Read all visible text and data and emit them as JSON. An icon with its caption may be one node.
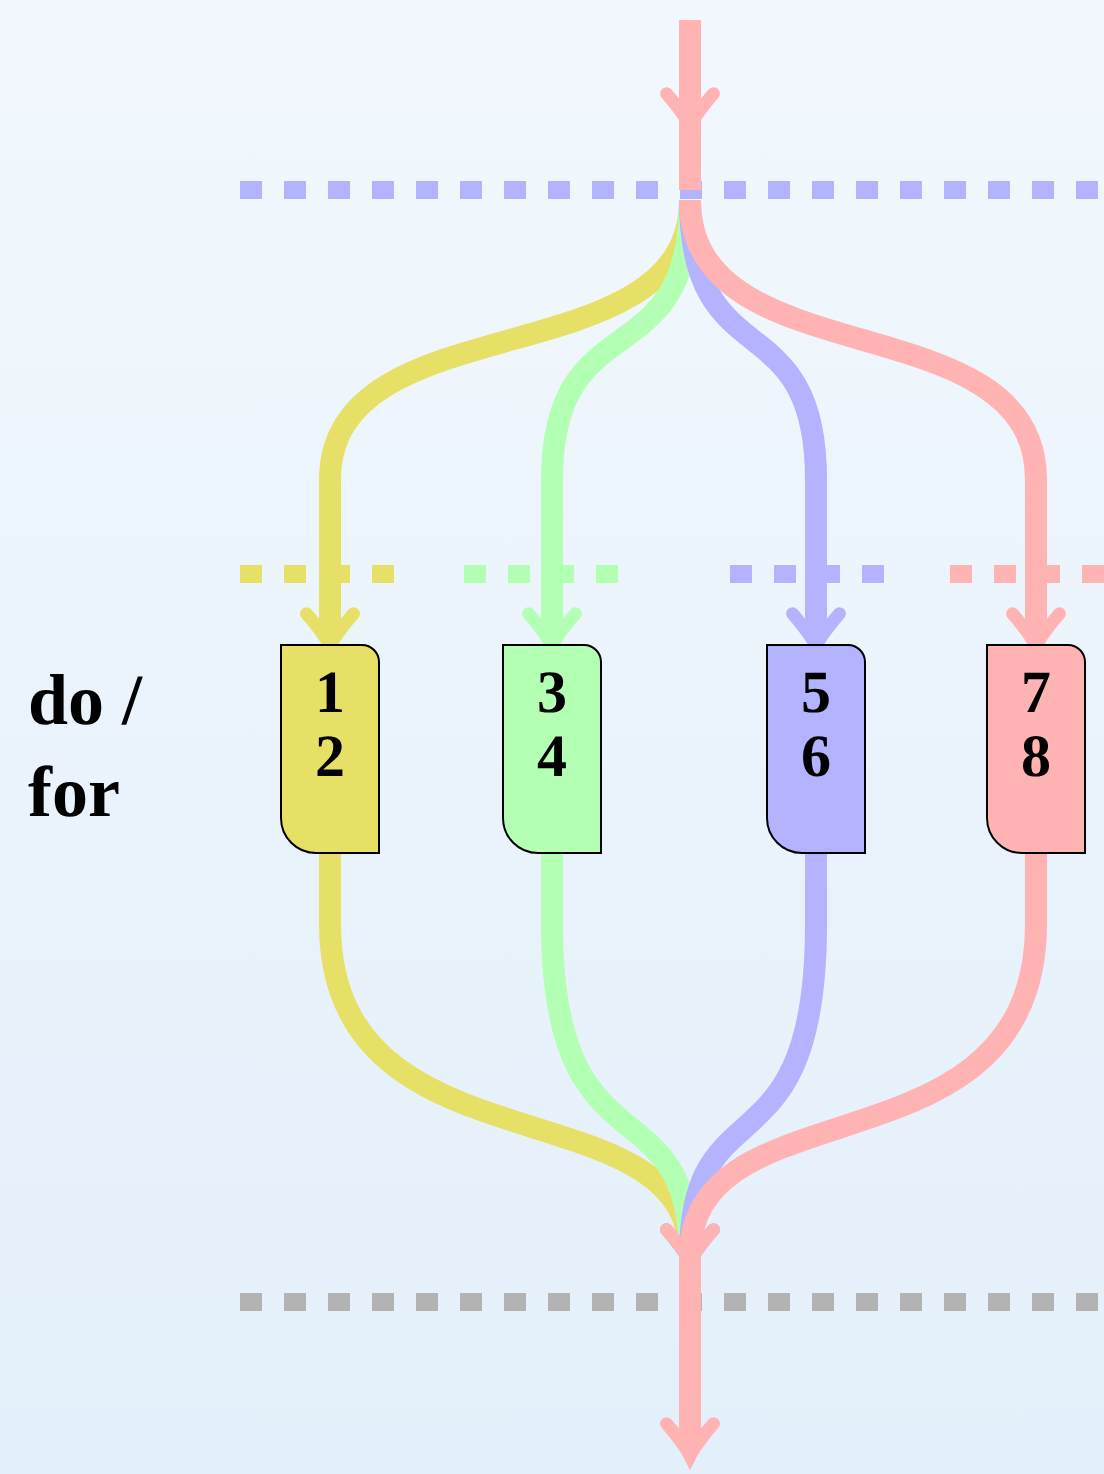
{
  "diagram": {
    "nodes": [
      {
        "text": [
          "1 2"
        ]
      },
      {
        "text": [
          "3 4"
        ]
      },
      {
        "text": [
          "5 6"
        ]
      },
      {
        "text": [
          "7 8"
        ]
      }
    ],
    "edges": [
      {
        "from": null,
        "to": 0,
        "arrow": "to",
        "color": "#e6e066"
      },
      {
        "from": null,
        "to": 1,
        "arrow": "to",
        "color": "#b3ffb3"
      },
      {
        "from": null,
        "to": 2,
        "arrow": "to",
        "color": "#b3b3ff"
      },
      {
        "from": null,
        "to": 3,
        "arrow": "to",
        "color": "#ffb3b3"
      },
      {
        "from": 0,
        "to": null,
        "arrow": "to",
        "color": "#e6e066"
      },
      {
        "from": 1,
        "to": null,
        "arrow": "to",
        "color": "#b3ffb3"
      },
      {
        "from": 2,
        "to": null,
        "arrow": "to",
        "color": "#b3b3ff"
      },
      {
        "from": 3,
        "to": null,
        "arrow": "to",
        "color": "#ffb3b3"
      }
    ],
    "labels": [
      "do / for"
    ]
  }
}
